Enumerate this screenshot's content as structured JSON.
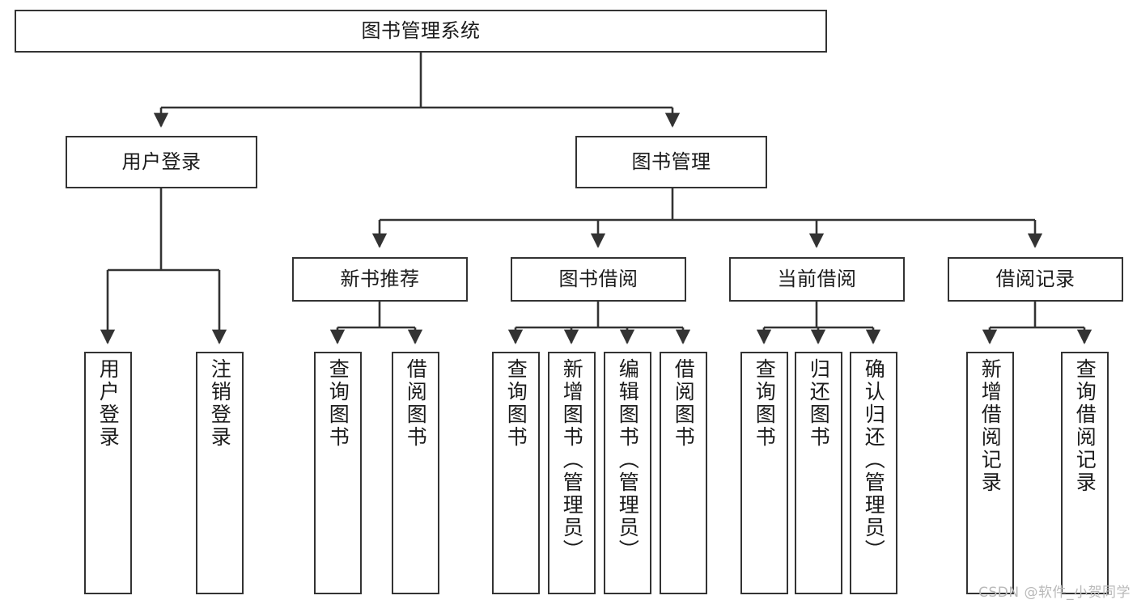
{
  "diagram": {
    "title": "图书管理系统",
    "type": "tree",
    "watermark": "CSDN @软件_小贺同学",
    "colors": {
      "stroke": "#333333",
      "box_fill": "#ffffff",
      "text": "#1b1b1b",
      "watermark": "#b9b9b9",
      "background": "#ffffff"
    },
    "root": {
      "label": "图书管理系统"
    },
    "level2": [
      {
        "label": "用户登录"
      },
      {
        "label": "图书管理"
      }
    ],
    "level3": [
      {
        "label": "新书推荐"
      },
      {
        "label": "图书借阅"
      },
      {
        "label": "当前借阅"
      },
      {
        "label": "借阅记录"
      }
    ],
    "leaves": {
      "user_login": [
        {
          "label": "用户登录"
        },
        {
          "label": "注销登录"
        }
      ],
      "new_book_recommend": [
        {
          "label": "查询图书"
        },
        {
          "label": "借阅图书"
        }
      ],
      "book_borrow": [
        {
          "label": "查询图书"
        },
        {
          "label": "新增图书（管理员）"
        },
        {
          "label": "编辑图书（管理员）"
        },
        {
          "label": "借阅图书"
        }
      ],
      "current_borrow": [
        {
          "label": "查询图书"
        },
        {
          "label": "归还图书"
        },
        {
          "label": "确认归还（管理员）"
        }
      ],
      "borrow_record": [
        {
          "label": "新增借阅记录"
        },
        {
          "label": "查询借阅记录"
        }
      ]
    }
  }
}
